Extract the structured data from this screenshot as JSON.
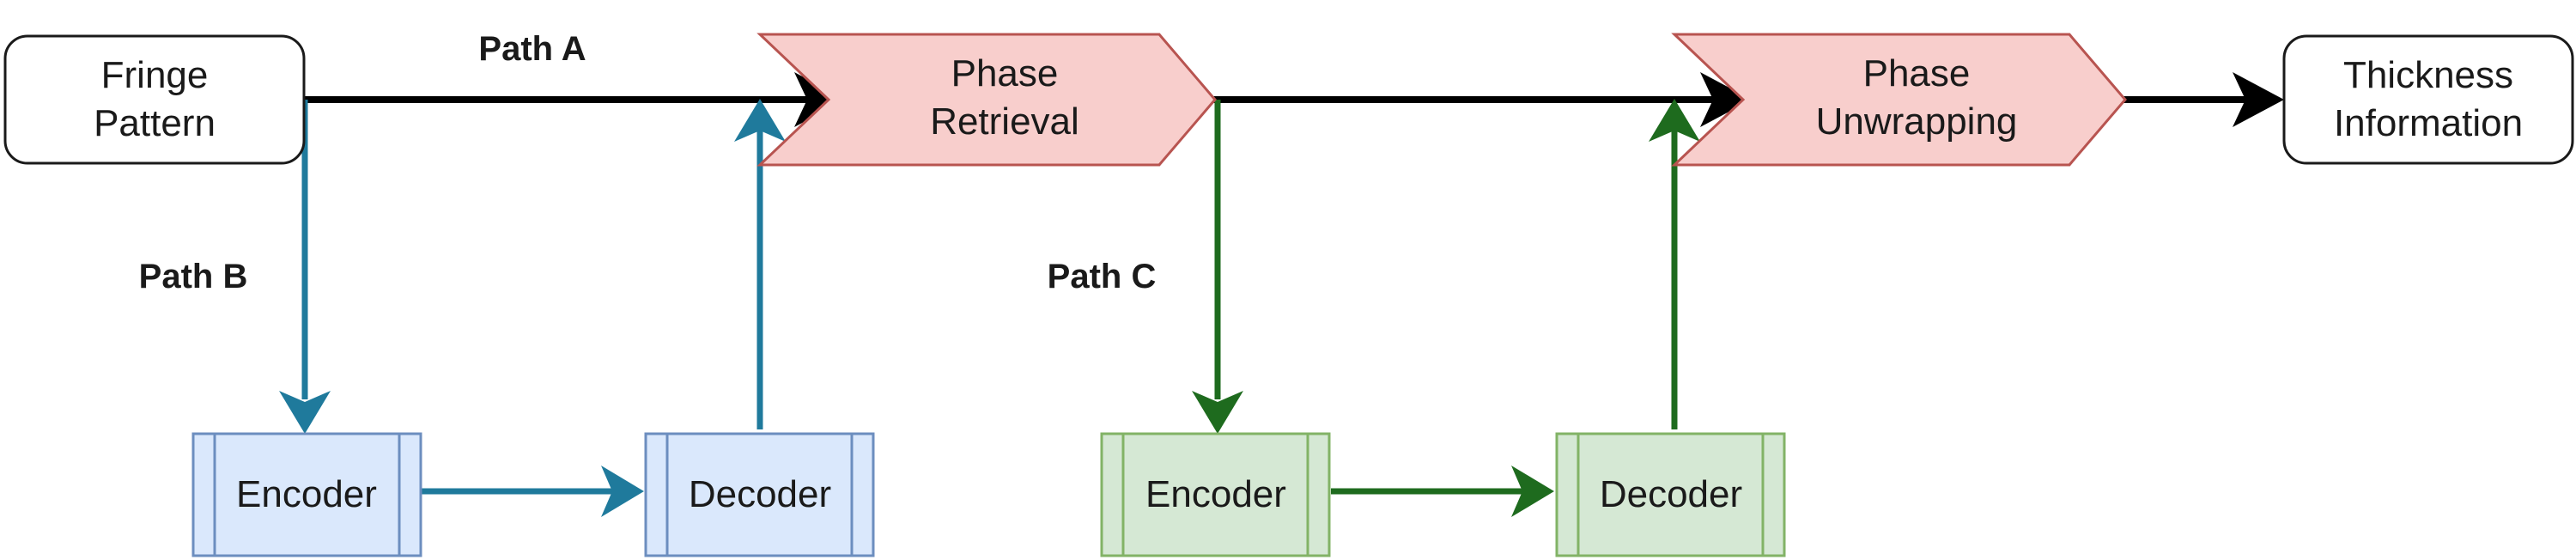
{
  "nodes": {
    "fringe_pattern": [
      "Fringe",
      "Pattern"
    ],
    "phase_retrieval": [
      "Phase",
      "Retrieval"
    ],
    "phase_unwrapping": [
      "Phase",
      "Unwrapping"
    ],
    "thickness_information": [
      "Thickness",
      "Information"
    ],
    "encoder_b": "Encoder",
    "decoder_b": "Decoder",
    "encoder_c": "Encoder",
    "decoder_c": "Decoder"
  },
  "paths": {
    "a": "Path A",
    "b": "Path B",
    "c": "Path C"
  },
  "colors": {
    "black_flow": "#000000",
    "path_b": "#1f7a9c",
    "path_c": "#1e6b1e",
    "pentagon_fill": "#f8cecc",
    "pentagon_stroke": "#b85450",
    "blue_fill": "#dae8fc",
    "blue_stroke": "#6c8ebf",
    "green_fill": "#d5e8d4",
    "green_stroke": "#82b366"
  }
}
